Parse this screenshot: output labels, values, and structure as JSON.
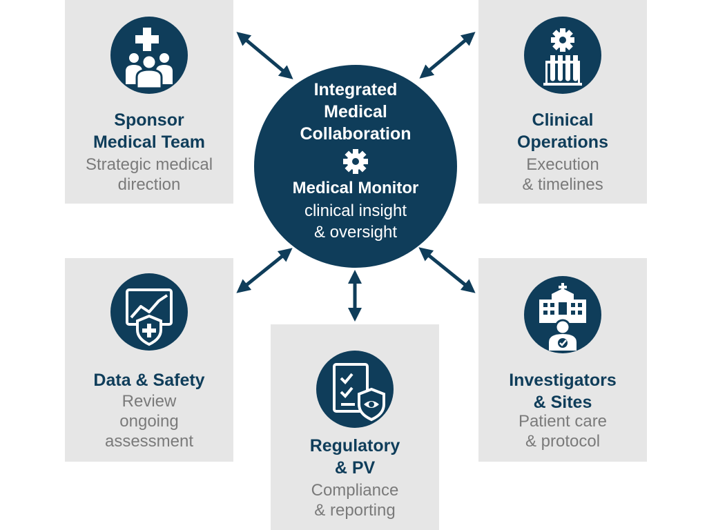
{
  "hub": {
    "title": "Integrated\nMedical\nCollaboration",
    "subtitle": "Medical Monitor",
    "description": "clinical insight\n& oversight"
  },
  "nodes": {
    "sponsor": {
      "title": "Sponsor\nMedical Team",
      "description": "Strategic medical\ndirection"
    },
    "clinops": {
      "title": "Clinical\nOperations",
      "description": "Execution\n& timelines"
    },
    "data": {
      "title": "Data & Safety",
      "description": "Review\nongoing\nassessment"
    },
    "investigators": {
      "title": "Investigators\n& Sites",
      "description": "Patient care\n& protocol"
    },
    "regulatory": {
      "title": "Regulatory\n& PV",
      "description": "Compliance\n& reporting"
    }
  },
  "icons": {
    "sponsor": "medical-team-icon",
    "clinops": "gear-test-tubes-icon",
    "data": "chart-shield-icon",
    "investigators": "hospital-person-icon",
    "regulatory": "checklist-shield-icon",
    "hub": "gear-icon"
  },
  "colors": {
    "navy": "#0f3d5a",
    "card_bg": "#e6e6e6",
    "desc_text": "#7a7a7a",
    "white": "#ffffff"
  }
}
